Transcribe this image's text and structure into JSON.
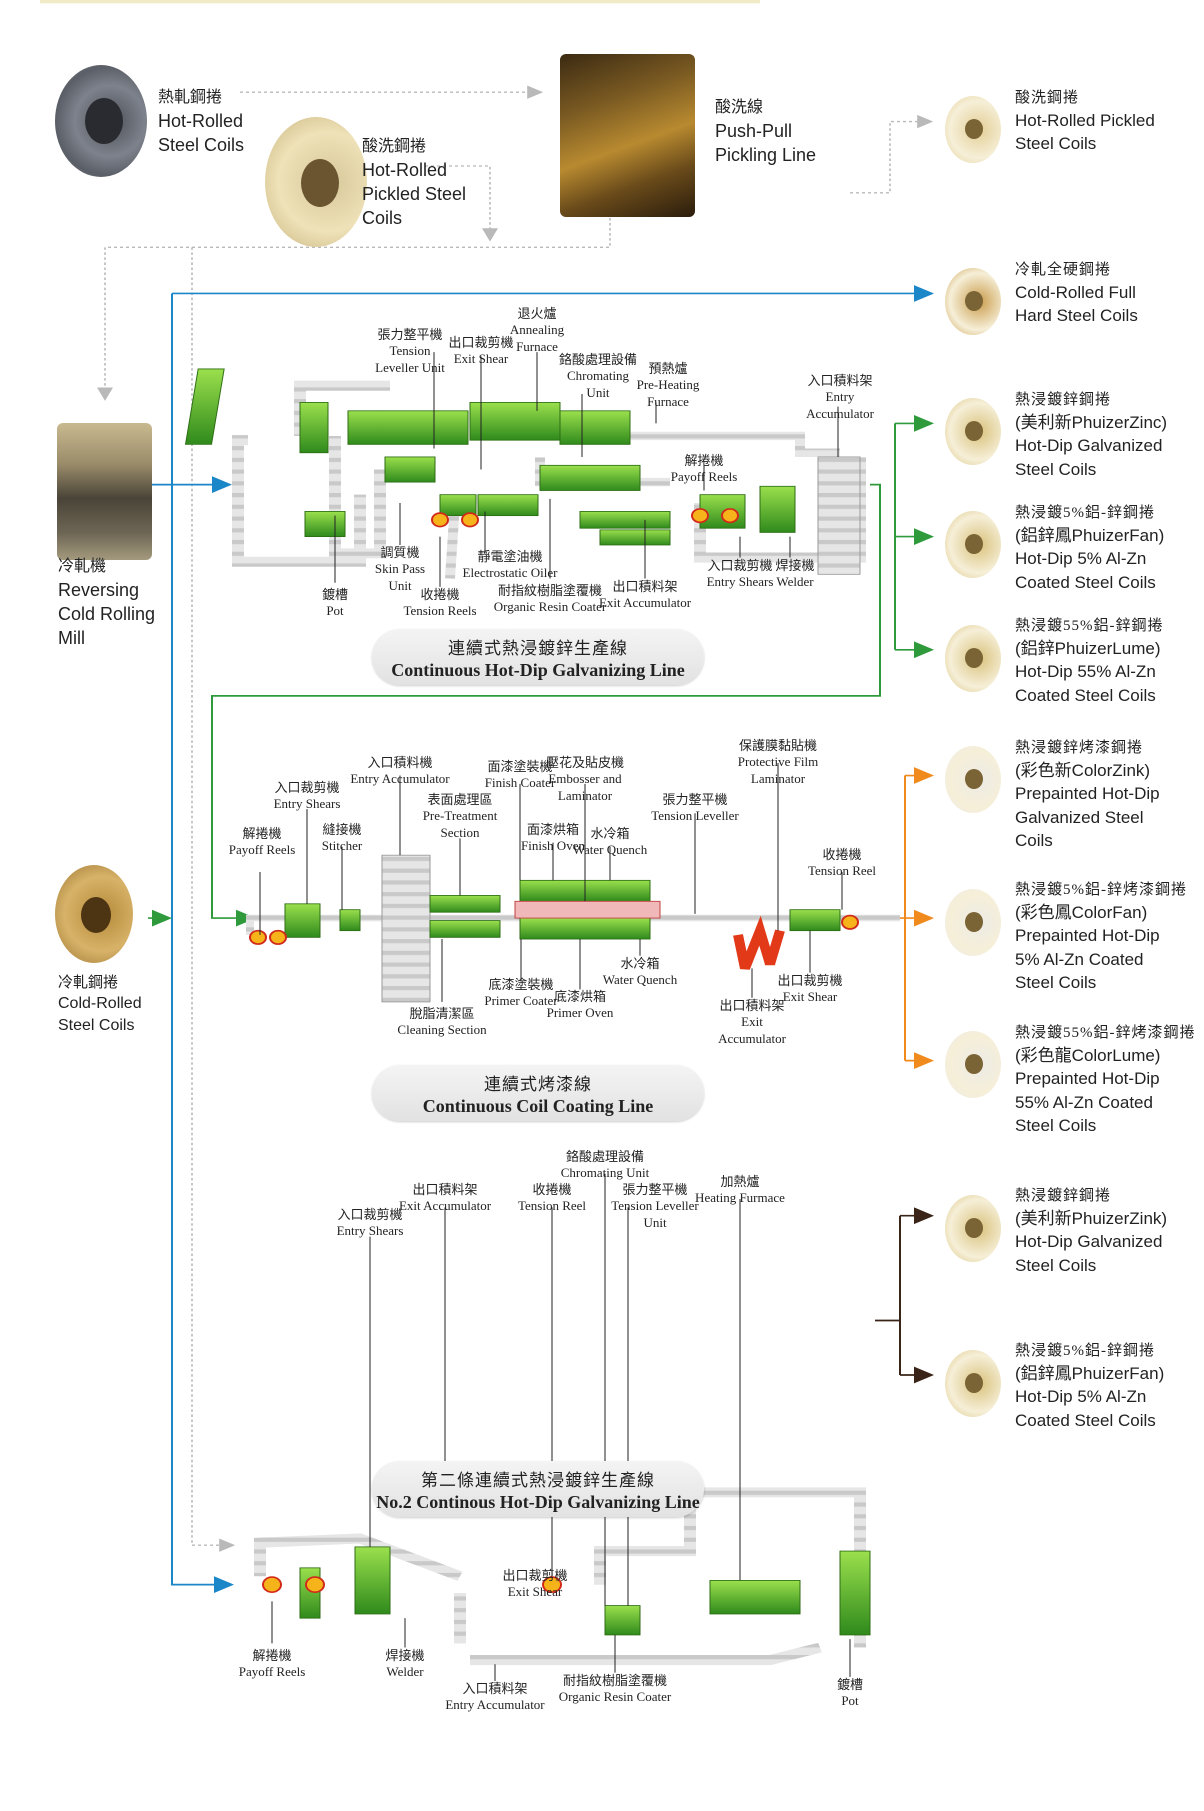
{
  "sources": {
    "hot_rolled": {
      "zh": "熱軋鋼捲",
      "en1": "Hot-Rolled",
      "en2": "Steel Coils"
    },
    "pickled": {
      "zh": "酸洗鋼捲",
      "en1": "Hot-Rolled",
      "en2": "Pickled Steel",
      "en3": "Coils"
    },
    "pickling_line": {
      "zh": "酸洗線",
      "en1": "Push-Pull",
      "en2": "Pickling Line"
    },
    "mill": {
      "zh": "冷軋機",
      "en1": "Reversing",
      "en2": "Cold Rolling",
      "en3": "Mill"
    },
    "cold_rolled": {
      "zh": "冷軋鋼捲",
      "en1": "Cold-Rolled",
      "en2": "Steel Coils"
    }
  },
  "products": [
    {
      "zh": "酸洗鋼捲",
      "lines": [
        "Hot-Rolled Pickled",
        "Steel Coils"
      ]
    },
    {
      "zh": "冷軋全硬鋼捲",
      "lines": [
        "Cold-Rolled Full",
        "Hard Steel Coils"
      ]
    },
    {
      "zh": "熱浸鍍鋅鋼捲",
      "lines": [
        "(美利新PhuizerZinc)",
        "Hot-Dip Galvanized",
        "Steel Coils"
      ]
    },
    {
      "zh": "熱浸鍍5%鋁-鋅鋼捲",
      "lines": [
        "(鋁鋅鳳PhuizerFan)",
        "Hot-Dip 5% Al-Zn",
        "Coated Steel Coils"
      ]
    },
    {
      "zh": "熱浸鍍55%鋁-鋅鋼捲",
      "lines": [
        "(鋁鋅PhuizerLume)",
        "Hot-Dip 55% Al-Zn",
        "Coated Steel Coils"
      ]
    },
    {
      "zh": "熱浸鍍鋅烤漆鋼捲",
      "lines": [
        "(彩色新ColorZink)",
        "Prepainted Hot-Dip",
        "Galvanized Steel",
        "Coils"
      ]
    },
    {
      "zh": "熱浸鍍5%鋁-鋅烤漆鋼捲",
      "lines": [
        "(彩色鳳ColorFan)",
        "Prepainted Hot-Dip",
        "5% Al-Zn Coated",
        "Steel Coils"
      ]
    },
    {
      "zh": "熱浸鍍55%鋁-鋅烤漆鋼捲",
      "lines": [
        "(彩色龍ColorLume)",
        "Prepainted Hot-Dip",
        "55% Al-Zn Coated",
        "Steel Coils"
      ]
    },
    {
      "zh": "熱浸鍍鋅鋼捲",
      "lines": [
        "(美利新PhuizerZink)",
        "Hot-Dip Galvanized",
        "Steel Coils"
      ]
    },
    {
      "zh": "熱浸鍍5%鋁-鋅鋼捲",
      "lines": [
        "(鋁鋅鳳PhuizerFan)",
        "Hot-Dip 5% Al-Zn",
        "Coated Steel Coils"
      ]
    }
  ],
  "lines": {
    "cgl": {
      "zh": "連續式熱浸鍍鋅生產線",
      "en": "Continuous Hot-Dip Galvanizing Line"
    },
    "ccl": {
      "zh": "連續式烤漆線",
      "en": "Continuous Coil Coating Line"
    },
    "cgl2": {
      "zh": "第二條連續式熱浸鍍鋅生產線",
      "en": "No.2 Continous Hot-Dip Galvanizing Line"
    }
  },
  "cgl_labels": [
    {
      "zh": "張力整平機",
      "en": [
        "Tension",
        "Leveller Unit"
      ]
    },
    {
      "zh": "出口裁剪機",
      "en": [
        "Exit Shear"
      ]
    },
    {
      "zh": "退火爐",
      "en": [
        "Annealing",
        "Furnace"
      ]
    },
    {
      "zh": "鉻酸處理設備",
      "en": [
        "Chromating",
        "Unit"
      ]
    },
    {
      "zh": "預熱爐",
      "en": [
        "Pre-Heating",
        "Furnace"
      ]
    },
    {
      "zh": "入口積料架",
      "en": [
        "Entry",
        "Accumulator"
      ]
    },
    {
      "zh": "解捲機",
      "en": [
        "Payoff Reels"
      ]
    },
    {
      "zh": "鍍槽",
      "en": [
        "Pot"
      ]
    },
    {
      "zh": "調質機",
      "en": [
        "Skin Pass",
        "Unit"
      ]
    },
    {
      "zh": "收捲機",
      "en": [
        "Tension Reels"
      ]
    },
    {
      "zh": "靜電塗油機",
      "en": [
        "Electrostatic Oiler"
      ]
    },
    {
      "zh": "耐指紋樹脂塗覆機",
      "en": [
        "Organic Resin Coater"
      ]
    },
    {
      "zh": "出口積料架",
      "en": [
        "Exit Accumulator"
      ]
    },
    {
      "zh": "入口裁剪機",
      "en": [
        "Entry Shears"
      ]
    },
    {
      "zh": "焊接機",
      "en": [
        "Welder"
      ]
    }
  ],
  "ccl_labels": [
    {
      "zh": "解捲機",
      "en": [
        "Payoff Reels"
      ]
    },
    {
      "zh": "入口裁剪機",
      "en": [
        "Entry Shears"
      ]
    },
    {
      "zh": "縫接機",
      "en": [
        "Stitcher"
      ]
    },
    {
      "zh": "入口積料機",
      "en": [
        "Entry Accumulator"
      ]
    },
    {
      "zh": "表面處理區",
      "en": [
        "Pre-Treatment",
        "Section"
      ]
    },
    {
      "zh": "面漆塗裝機",
      "en": [
        "Finish Coater"
      ]
    },
    {
      "zh": "面漆烘箱",
      "en": [
        "Finish Oven"
      ]
    },
    {
      "zh": "壓花及貼皮機",
      "en": [
        "Embosser and",
        "Laminator"
      ]
    },
    {
      "zh": "水冷箱",
      "en": [
        "Water Quench"
      ]
    },
    {
      "zh": "張力整平機",
      "en": [
        "Tension Leveller"
      ]
    },
    {
      "zh": "保護膜黏貼機",
      "en": [
        "Protective Film",
        "Laminator"
      ]
    },
    {
      "zh": "收捲機",
      "en": [
        "Tension Reel"
      ]
    },
    {
      "zh": "脫脂清潔區",
      "en": [
        "Cleaning Section"
      ]
    },
    {
      "zh": "底漆塗裝機",
      "en": [
        "Primer Coater"
      ]
    },
    {
      "zh": "底漆烘箱",
      "en": [
        "Primer Oven"
      ]
    },
    {
      "zh": "水冷箱",
      "en": [
        "Water Quench"
      ]
    },
    {
      "zh": "出口積料架",
      "en": [
        "Exit",
        "Accumulator"
      ]
    },
    {
      "zh": "出口裁剪機",
      "en": [
        "Exit Shear"
      ]
    }
  ],
  "cgl2_labels": [
    {
      "zh": "入口裁剪機",
      "en": [
        "Entry Shears"
      ]
    },
    {
      "zh": "出口積料架",
      "en": [
        "Exit Accumulator"
      ]
    },
    {
      "zh": "收捲機",
      "en": [
        "Tension Reel"
      ]
    },
    {
      "zh": "鉻酸處理設備",
      "en": [
        "Chromating Unit"
      ]
    },
    {
      "zh": "張力整平機",
      "en": [
        "Tension Leveller",
        "Unit"
      ]
    },
    {
      "zh": "加熱爐",
      "en": [
        "Heating Furmace"
      ]
    },
    {
      "zh": "出口裁剪機",
      "en": [
        "Exit Shear"
      ]
    },
    {
      "zh": "解捲機",
      "en": [
        "Payoff Reels"
      ]
    },
    {
      "zh": "焊接機",
      "en": [
        "Welder"
      ]
    },
    {
      "zh": "入口積料架",
      "en": [
        "Entry Accumulator"
      ]
    },
    {
      "zh": "耐指紋樹脂塗覆機",
      "en": [
        "Organic Resin Coater"
      ]
    },
    {
      "zh": "鍍槽",
      "en": [
        "Pot"
      ]
    }
  ],
  "colors": {
    "blue": "#1b86c8",
    "green": "#2e9a3c",
    "orange": "#f08a1c",
    "dark": "#3a2418",
    "dotted": "#b9b9b9",
    "machine_green": "#5fb82a"
  }
}
